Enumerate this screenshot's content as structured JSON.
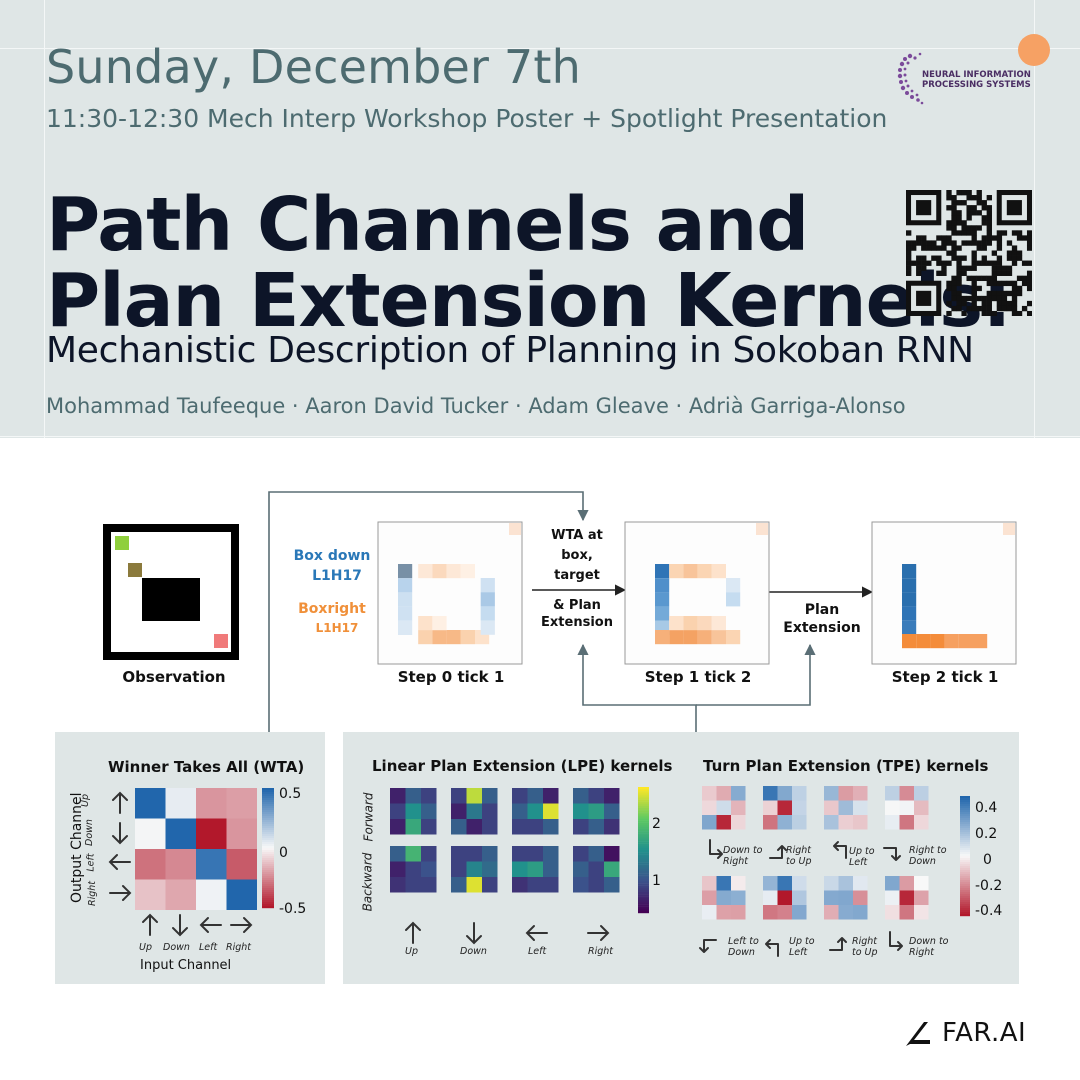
{
  "header": {
    "date": "Sunday, December 7th",
    "subtitle": "11:30-12:30 Mech Interp Workshop Poster + Spotlight Presentation",
    "title_line1": "Path Channels and",
    "title_line2": "Plan Extension Kernels:",
    "title_line3": "Mechanistic Description of Planning in Sokoban RNN",
    "authors": "Mohammad Taufeeque · Aaron David Tucker · Adam Gleave · Adrià Garriga-Alonso",
    "logo_text_line1": "NEURAL INFORMATION",
    "logo_text_line2": "PROCESSING SYSTEMS"
  },
  "figure": {
    "observation_label": "Observation",
    "box_down_label": "Box down",
    "box_down_sub": "L1H17",
    "box_right_label": "Boxright",
    "box_right_sub": "L1H17",
    "step0_label": "Step 0 tick 1",
    "step1_label": "Step 1 tick 2",
    "step2_label": "Step 2 tick 1",
    "wta_line1": "WTA at",
    "wta_line2": "box,",
    "wta_line3": "target",
    "wta_line4": "& Plan",
    "wta_line5": "Extension",
    "plan_ext_line1": "Plan",
    "plan_ext_line2": "Extension"
  },
  "wta_panel": {
    "title": "Winner Takes All (WTA)",
    "ylabel": "Output Channel",
    "xlabel": "Input Channel",
    "row_labels": [
      "Up",
      "Down",
      "Left",
      "Right"
    ],
    "col_labels": [
      "Up",
      "Down",
      "Left",
      "Right"
    ],
    "colorbar_ticks": [
      "0.5",
      "0",
      "-0.5"
    ]
  },
  "lpe_panel": {
    "title": "Linear Plan Extension (LPE) kernels",
    "ylabel_forward": "Forward",
    "ylabel_backward": "Backward",
    "col_labels": [
      "Up",
      "Down",
      "Left",
      "Right"
    ],
    "colorbar_ticks": [
      "2",
      "1"
    ]
  },
  "tpe_panel": {
    "title": "Turn Plan Extension (TPE) kernels",
    "top_labels": [
      [
        "Down to",
        "Right"
      ],
      [
        "Right",
        "to Up"
      ],
      [
        "Up to",
        "Left"
      ],
      [
        "Right to",
        "Down"
      ]
    ],
    "bottom_labels": [
      [
        "Left to",
        "Down"
      ],
      [
        "Up to",
        "Left"
      ],
      [
        "Right",
        "to Up"
      ],
      [
        "Down to",
        "Right"
      ]
    ],
    "colorbar_ticks": [
      "0.4",
      "0.2",
      "0",
      "-0.2",
      "-0.4"
    ]
  },
  "footer": {
    "brand": "FAR.AI"
  },
  "chart_data": [
    {
      "type": "heatmap",
      "title": "Winner Takes All (WTA)",
      "xlabel": "Input Channel",
      "ylabel": "Output Channel",
      "x": [
        "Up",
        "Down",
        "Left",
        "Right"
      ],
      "y": [
        "Up",
        "Down",
        "Left",
        "Right"
      ],
      "values": [
        [
          0.55,
          0.04,
          -0.22,
          -0.2
        ],
        [
          0.01,
          0.5,
          -0.5,
          -0.22
        ],
        [
          -0.3,
          -0.25,
          0.45,
          -0.35
        ],
        [
          -0.12,
          -0.18,
          0.02,
          0.5
        ]
      ],
      "vmin": -0.5,
      "vmax": 0.5,
      "colormap": "RdBu"
    }
  ]
}
